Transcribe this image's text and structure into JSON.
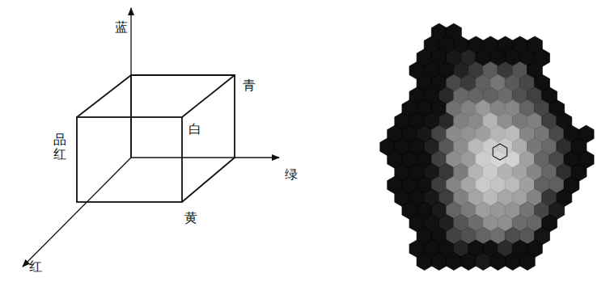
{
  "diagram": {
    "labels": [
      "蓝",
      "青",
      "白",
      "品红",
      "绿",
      "黄",
      "红"
    ]
  }
}
